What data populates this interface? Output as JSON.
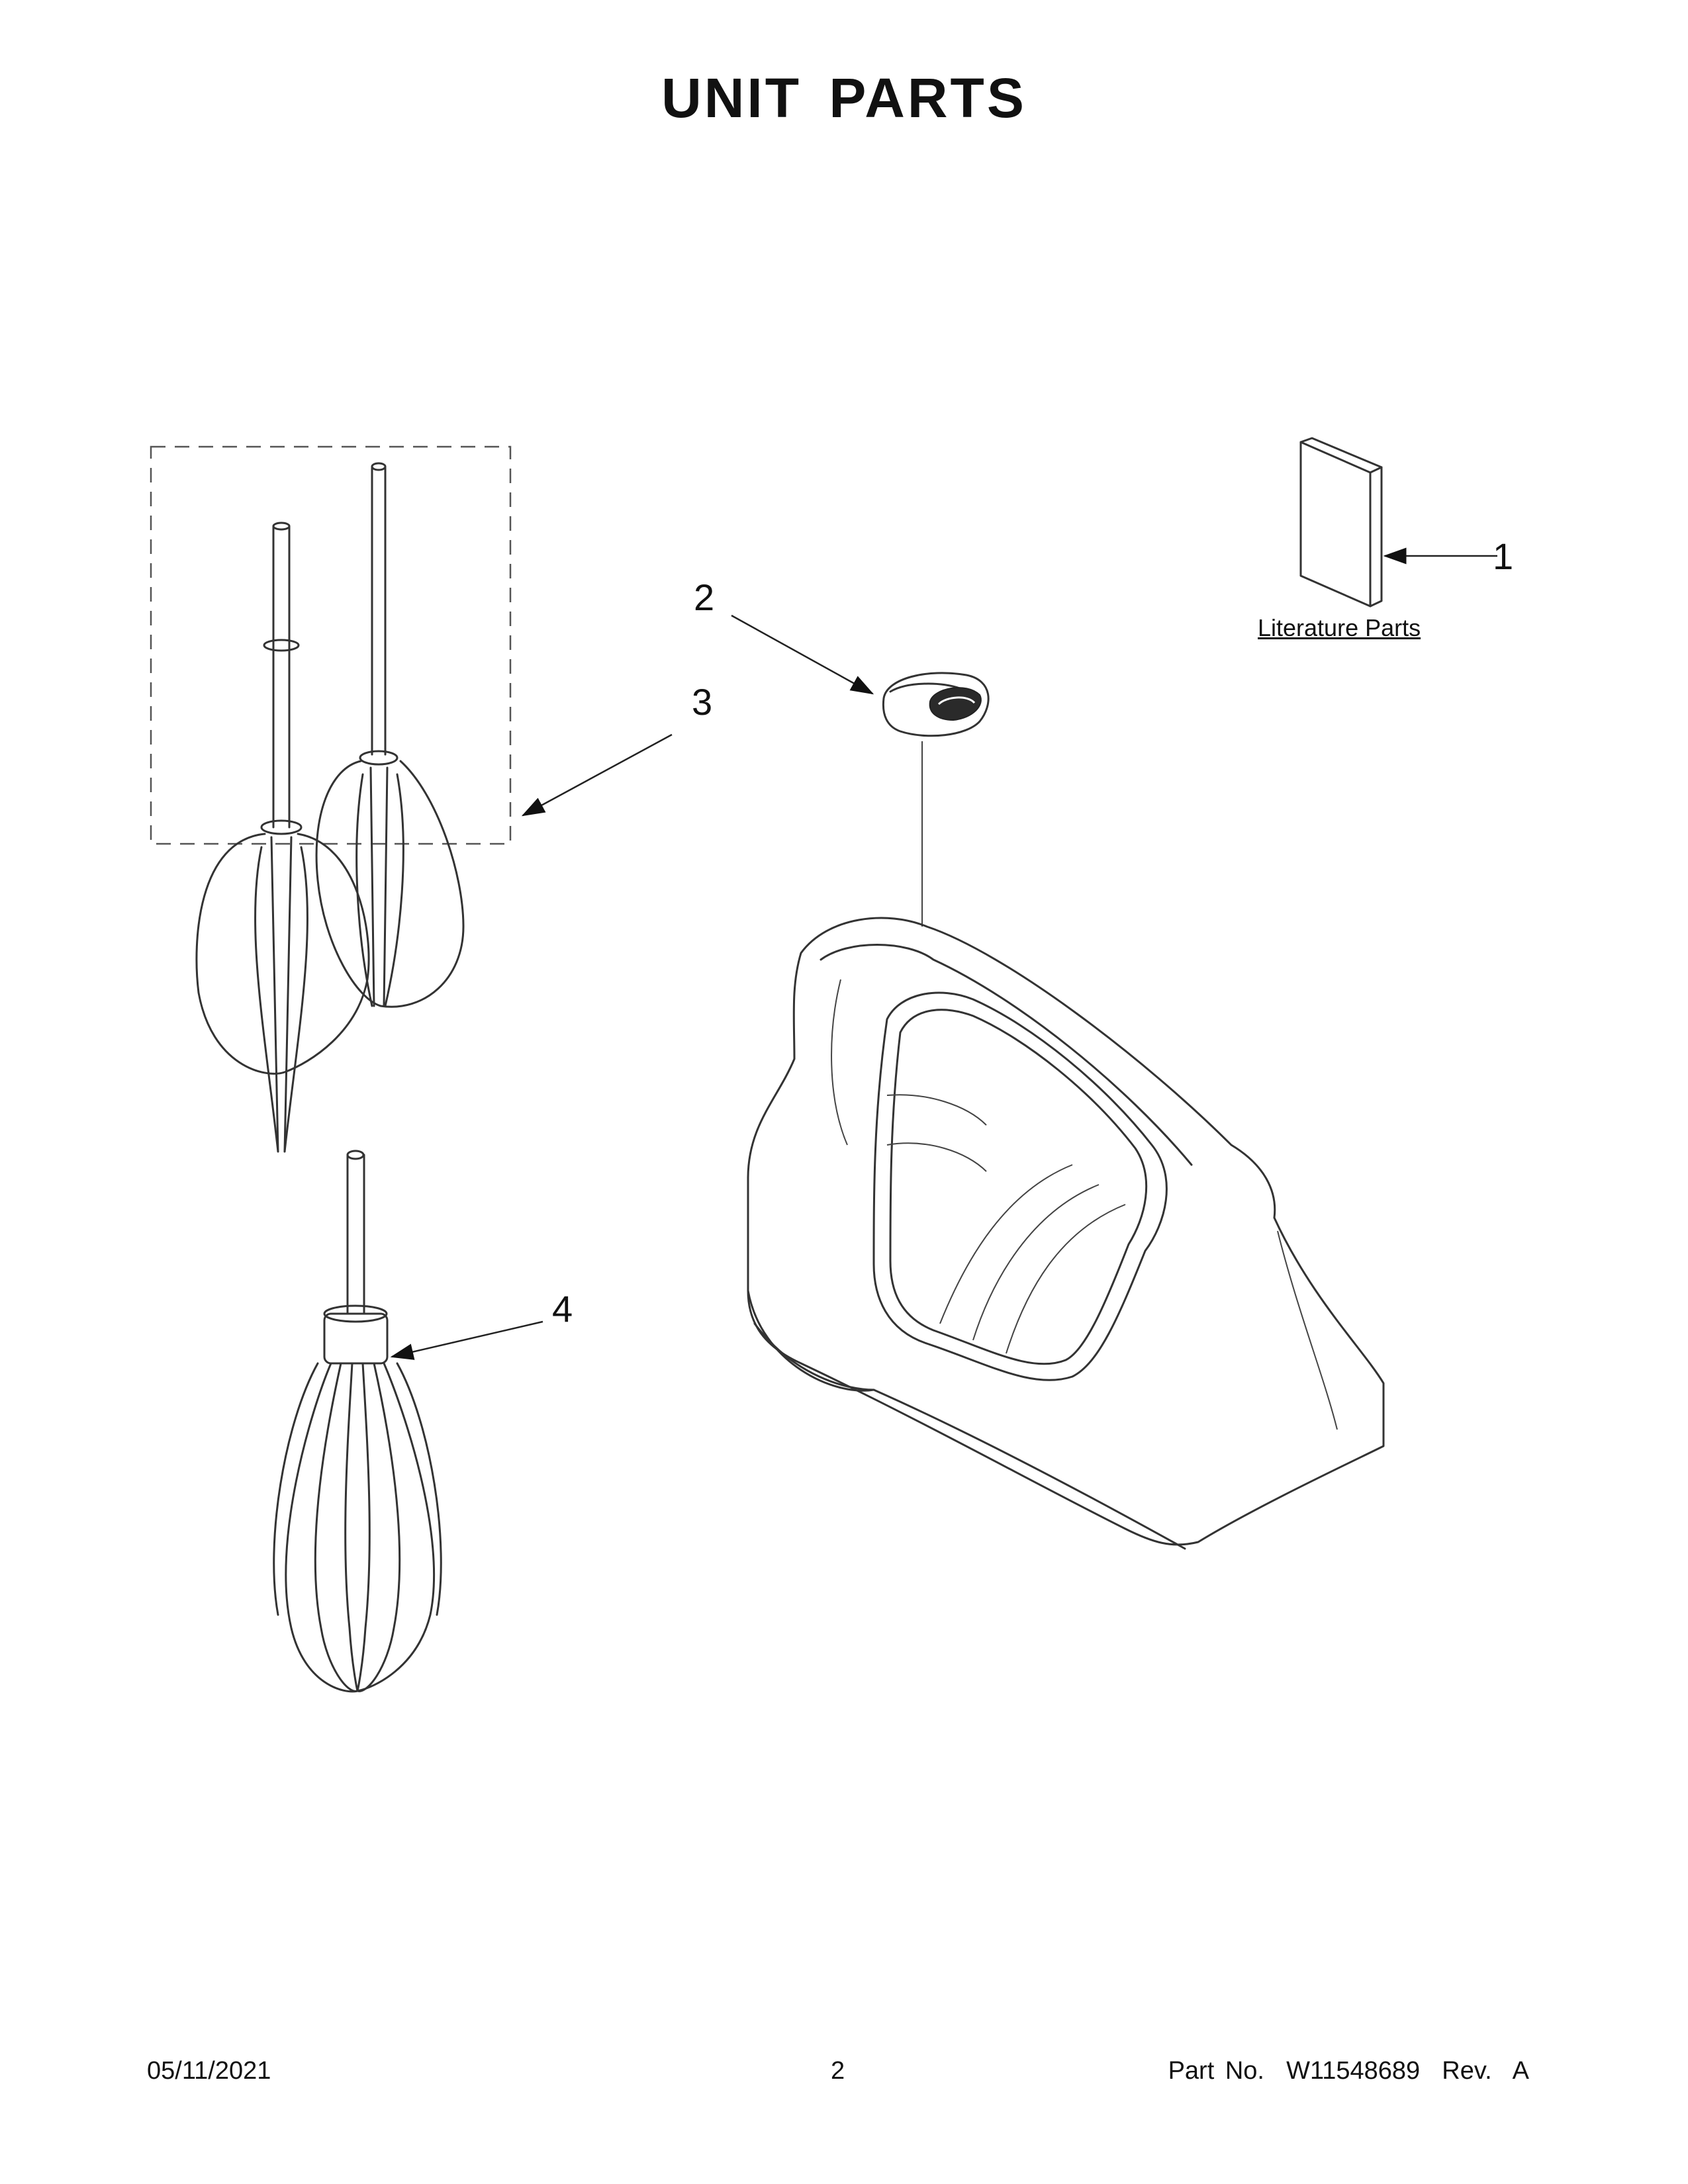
{
  "page": {
    "title": "UNIT  PARTS",
    "page_number": "2",
    "date": "05/11/2021",
    "part_number": "Part No.  W11548689  Rev.  A"
  },
  "callouts": [
    {
      "number": "1"
    },
    {
      "number": "2"
    },
    {
      "number": "3"
    },
    {
      "number": "4"
    }
  ],
  "labels": {
    "literature_parts": "Literature Parts"
  }
}
